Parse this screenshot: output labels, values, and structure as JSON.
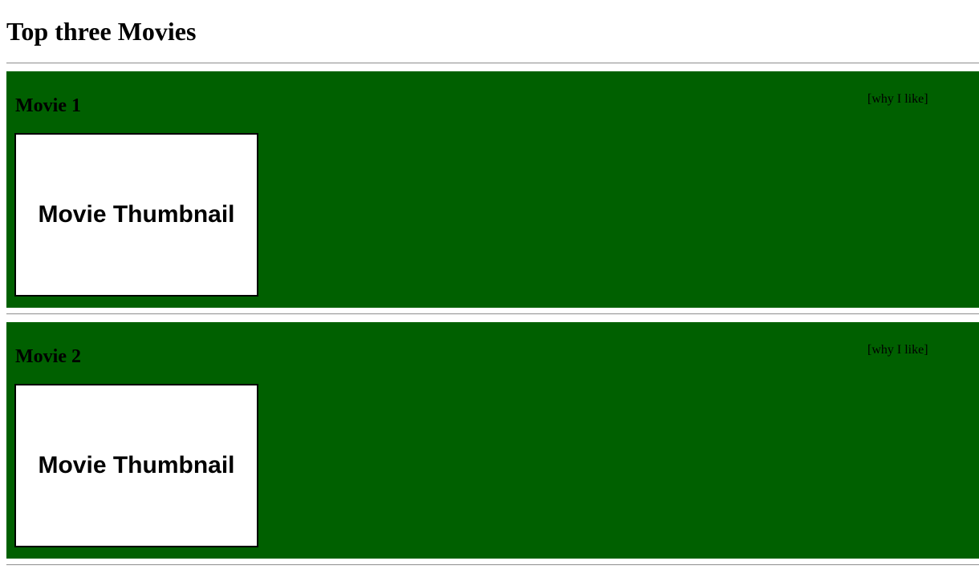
{
  "page": {
    "title": "Top three Movies"
  },
  "movies": [
    {
      "title": "Movie 1",
      "why_label": "[why I like]",
      "thumbnail_label": "Movie Thumbnail"
    },
    {
      "title": "Movie 2",
      "why_label": "[why I like]",
      "thumbnail_label": "Movie Thumbnail"
    }
  ],
  "colors": {
    "card_background": "#006000",
    "thumbnail_background": "#ffffff",
    "text": "#000000"
  }
}
